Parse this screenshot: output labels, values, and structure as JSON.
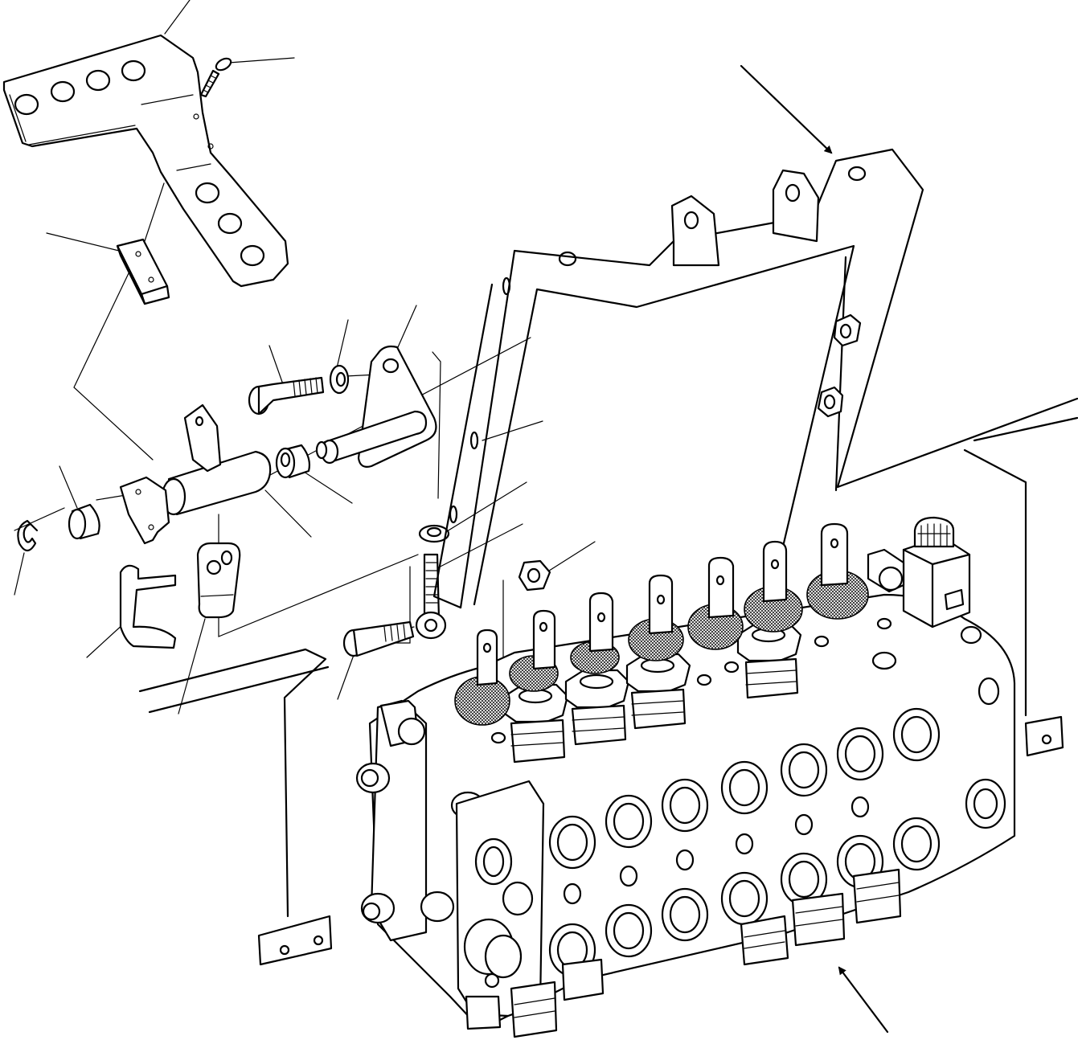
{
  "drawing": {
    "type": "exploded parts diagram",
    "components": [
      "l-shaped-bracket",
      "screw",
      "spacer-block",
      "bolt",
      "washer",
      "triangular-link-plate",
      "lever-shaft-assembly",
      "bushing",
      "snap-ring",
      "clevis",
      "lever-cap",
      "rod-end-link",
      "nut",
      "mounting-frame",
      "control-valve-block"
    ],
    "arrows": [
      "view-arrow-top-right",
      "view-arrow-bottom-right"
    ]
  }
}
